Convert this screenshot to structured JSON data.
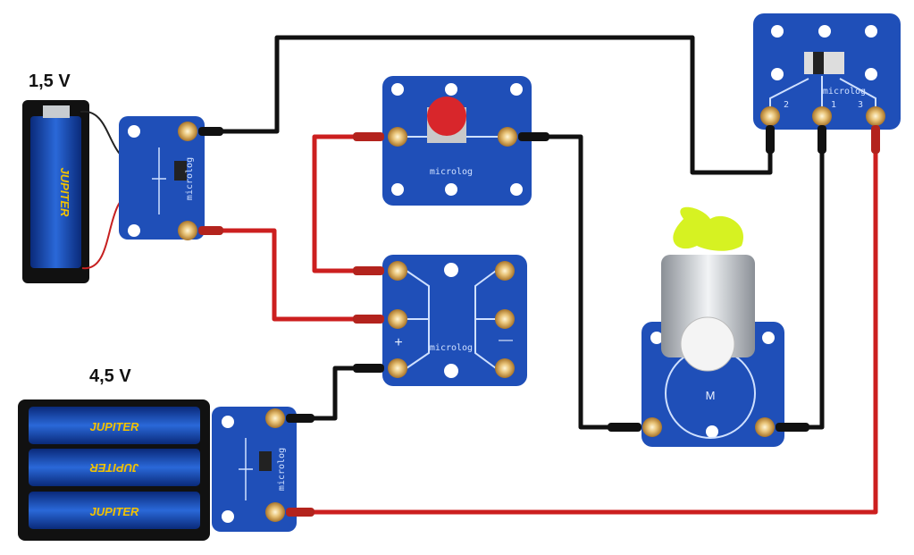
{
  "labels": {
    "battery_small": "1,5 V",
    "battery_large": "4,5 V"
  },
  "board_brand": "microlog",
  "battery_brand": "JUPITER",
  "motor_symbol": "M",
  "polarity": {
    "plus": "+",
    "minus": "—"
  },
  "switch_pins": [
    "2",
    "1",
    "3"
  ],
  "colors": {
    "board": "#1f4fb8",
    "wire_black": "#111111",
    "wire_red": "#cc1f1f",
    "button": "#d8262b",
    "fan": "#d6f222",
    "terminal": "#d7a94a"
  }
}
